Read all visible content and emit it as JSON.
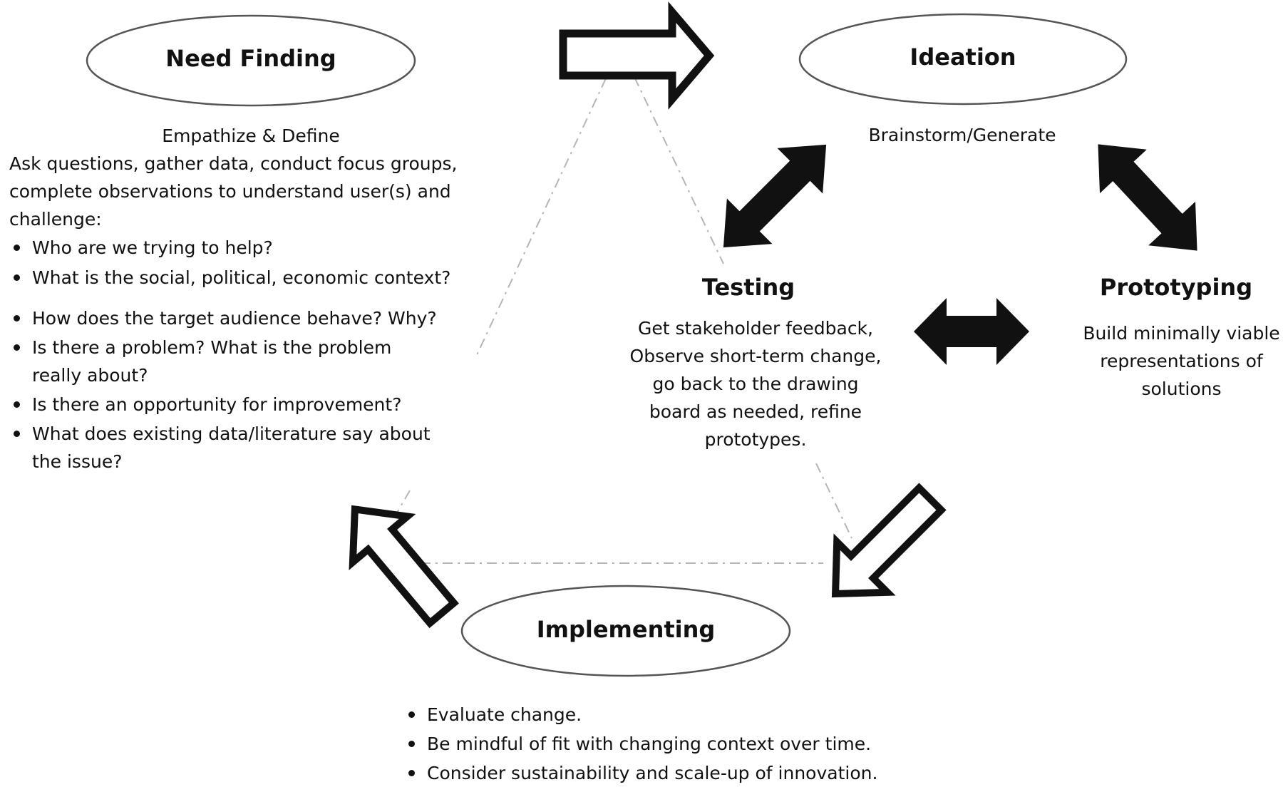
{
  "stages": {
    "need_finding": {
      "title": "Need Finding",
      "subtitle": "Empathize & Define",
      "intro": [
        "Ask questions, gather data, conduct focus groups,",
        "complete observations to understand user(s) and",
        "challenge:"
      ],
      "bullets": [
        [
          "Who are we trying to help?"
        ],
        [
          "What is the social, political, economic context?"
        ],
        [
          "How does the target audience behave? Why?"
        ],
        [
          "Is there a problem? What is the problem",
          "really about?"
        ],
        [
          "Is there an opportunity for improvement?"
        ],
        [
          "What does existing data/literature say about",
          "the issue?"
        ]
      ]
    },
    "ideation": {
      "title": "Ideation",
      "subtitle": "Brainstorm/Generate"
    },
    "testing": {
      "title": "Testing",
      "lines": [
        "Get stakeholder feedback,",
        "Observe short-term change,",
        "go back to the drawing",
        "board as needed, refine",
        "prototypes."
      ]
    },
    "prototyping": {
      "title": "Prototyping",
      "lines": [
        "Build minimally viable",
        "representations of",
        "solutions"
      ]
    },
    "implementing": {
      "title": "Implementing",
      "bullets": [
        "Evaluate change.",
        "Be mindful of fit with changing context over time.",
        "Consider sustainability and scale-up of innovation."
      ]
    }
  },
  "colors": {
    "stroke": "#111111",
    "dash": "#b5b5b5",
    "background": "#ffffff"
  }
}
